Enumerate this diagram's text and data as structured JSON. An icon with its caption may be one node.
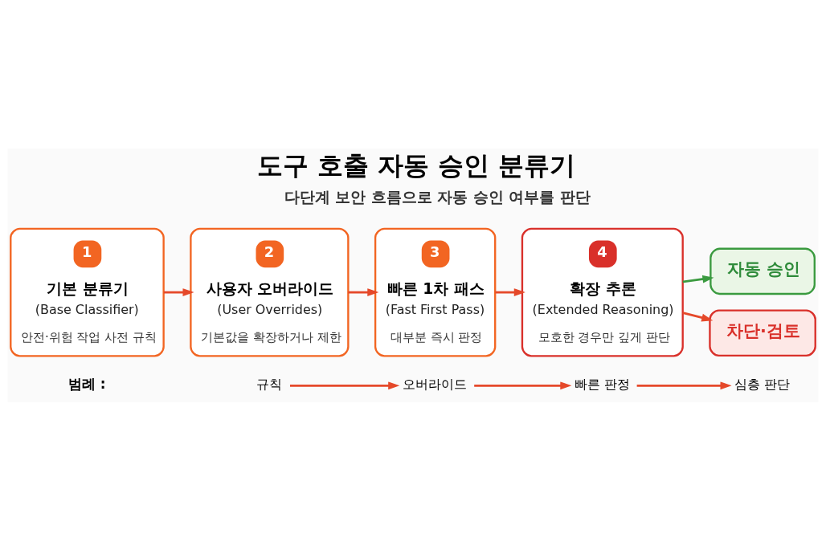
{
  "diagram": {
    "title": "도구 호출 자동 승인 분류기",
    "nodes": [
      {
        "text": [
          "1",
          "기본 분류기",
          "(Base Classifier)",
          "안전·위험 작업 사전 규칙"
        ]
      },
      {
        "text": [
          "2",
          "사용자 오버라이드",
          "(User Overrides)",
          "기본값을 확장하거나 제한"
        ]
      },
      {
        "text": [
          "3",
          "빠른 1차 패스",
          "(Fast First Pass)",
          "대부분 즉시 판정"
        ]
      },
      {
        "text": [
          "4",
          "확장 추론",
          "(Extended Reasoning)",
          "모호한 경우만 깊게 판단"
        ]
      },
      {
        "text": [
          "자동 승인"
        ]
      },
      {
        "text": [
          "차단·검토"
        ]
      },
      {
        "text": [
          "규칙"
        ]
      },
      {
        "text": [
          "오버라이드"
        ]
      },
      {
        "text": [
          "빠른 판정"
        ]
      },
      {
        "text": [
          "심층 판단"
        ]
      }
    ],
    "edges": [
      {
        "from": 0,
        "to": 1,
        "arrow": "to"
      },
      {
        "from": 1,
        "to": 2,
        "arrow": "to"
      },
      {
        "from": 2,
        "to": 3,
        "arrow": "to"
      },
      {
        "from": 3,
        "to": 4,
        "arrow": "to",
        "color": "#3a9a3f"
      },
      {
        "from": 3,
        "to": 5,
        "arrow": "to"
      },
      {
        "from": 6,
        "to": 7,
        "arrow": "to"
      },
      {
        "from": 7,
        "to": 8,
        "arrow": "to"
      },
      {
        "from": 8,
        "to": 9,
        "arrow": "to"
      }
    ],
    "labels": [
      "다단계 보안 흐름으로 자동 승인 여부를 판단",
      "범례 :"
    ]
  }
}
